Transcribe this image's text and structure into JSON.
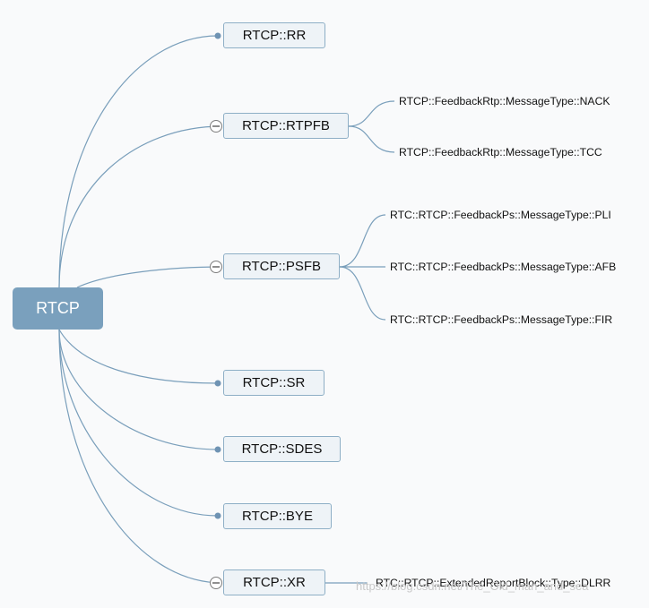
{
  "mindmap": {
    "root": {
      "label": "RTCP"
    },
    "branches": [
      {
        "label": "RTCP::RR",
        "children": []
      },
      {
        "label": "RTCP::RTPFB",
        "children": [
          "RTCP::FeedbackRtp::MessageType::NACK",
          "RTCP::FeedbackRtp::MessageType::TCC"
        ]
      },
      {
        "label": "RTCP::PSFB",
        "children": [
          "RTC::RTCP::FeedbackPs::MessageType::PLI",
          "RTC::RTCP::FeedbackPs::MessageType::AFB",
          "RTC::RTCP::FeedbackPs::MessageType::FIR"
        ]
      },
      {
        "label": "RTCP::SR",
        "children": []
      },
      {
        "label": "RTCP::SDES",
        "children": []
      },
      {
        "label": "RTCP::BYE",
        "children": []
      },
      {
        "label": "RTCP::XR",
        "children": [
          "RTC::RTCP::ExtendedReportBlock::Type::DLRR"
        ]
      }
    ]
  },
  "watermark": "https://blog.csdn.net/The_Old_man_and_sea",
  "colors": {
    "root_fill": "#7aa0bd",
    "node_fill": "#eef3f7",
    "node_border": "#8eafc6",
    "connector": "#7a9fbb",
    "background": "#f9fafb"
  }
}
